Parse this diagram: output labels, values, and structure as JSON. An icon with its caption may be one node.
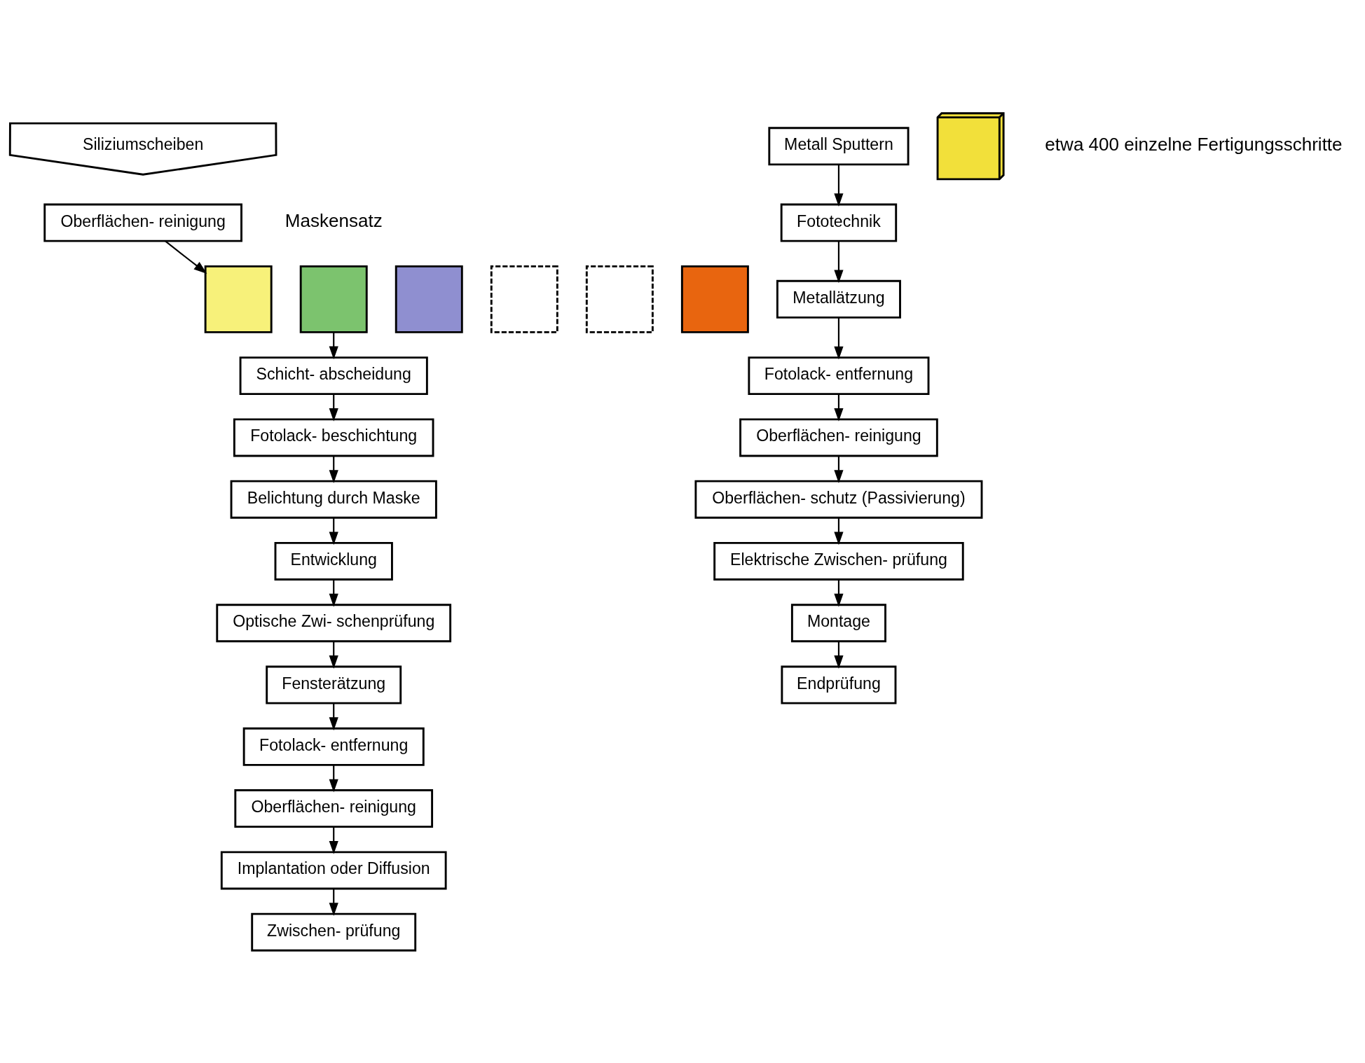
{
  "diagram": {
    "nodes": [
      {
        "text": [
          "Siliziumscheiben"
        ]
      },
      {
        "text": [
          "Oberflächen- reinigung"
        ]
      },
      {
        "text": [],
        "shape": "box"
      },
      {
        "text": [],
        "shape": "box"
      },
      {
        "text": [],
        "shape": "box"
      },
      {
        "text": [],
        "shape": "box"
      },
      {
        "text": [],
        "shape": "box"
      },
      {
        "text": [],
        "shape": "box"
      },
      {
        "text": [
          "Schicht- abscheidung"
        ]
      },
      {
        "text": [
          "Fotolack- beschichtung"
        ]
      },
      {
        "text": [
          "Belichtung durch Maske"
        ]
      },
      {
        "text": [
          "Entwicklung"
        ]
      },
      {
        "text": [
          "Optische Zwi- schenprüfung"
        ]
      },
      {
        "text": [
          "Fensterätzung"
        ]
      },
      {
        "text": [
          "Fotolack- entfernung"
        ]
      },
      {
        "text": [
          "Oberflächen- reinigung"
        ]
      },
      {
        "text": [
          "Implantation oder Diffusion"
        ]
      },
      {
        "text": [
          "Zwischen- prüfung"
        ]
      },
      {
        "text": [
          "Metall Sputtern"
        ]
      },
      {
        "text": [
          "Fototechnik"
        ]
      },
      {
        "text": [
          "Metallätzung"
        ]
      },
      {
        "text": [
          "Fotolack- entfernung"
        ]
      },
      {
        "text": [
          "Oberflächen- reinigung"
        ]
      },
      {
        "text": [
          "Oberflächen- schutz (Passivierung)"
        ]
      },
      {
        "text": [
          "Elektrische Zwischen- prüfung"
        ]
      },
      {
        "text": [
          "Montage"
        ]
      },
      {
        "text": [
          "Endprüfung"
        ]
      },
      {
        "text": [],
        "shape": "picture"
      }
    ],
    "edges": [
      {
        "from": 1,
        "to": 2,
        "arrow": "to"
      },
      {
        "from": 3,
        "to": 8,
        "arrow": "to"
      },
      {
        "from": 8,
        "to": 9,
        "arrow": "to"
      },
      {
        "from": 9,
        "to": 10,
        "arrow": "to"
      },
      {
        "from": 10,
        "to": 11,
        "arrow": "to"
      },
      {
        "from": 11,
        "to": 12,
        "arrow": "to"
      },
      {
        "from": 12,
        "to": 13,
        "arrow": "to"
      },
      {
        "from": 13,
        "to": 14,
        "arrow": "to"
      },
      {
        "from": 14,
        "to": 15,
        "arrow": "to"
      },
      {
        "from": 15,
        "to": 16,
        "arrow": "to"
      },
      {
        "from": 16,
        "to": 17,
        "arrow": "to"
      },
      {
        "from": 18,
        "to": 19,
        "arrow": "to"
      },
      {
        "from": 19,
        "to": 20,
        "arrow": "to"
      },
      {
        "from": 20,
        "to": 21,
        "arrow": "to"
      },
      {
        "from": 21,
        "to": 22,
        "arrow": "to"
      },
      {
        "from": 22,
        "to": 23,
        "arrow": "to"
      },
      {
        "from": 23,
        "to": 24,
        "arrow": "to"
      },
      {
        "from": 24,
        "to": 25,
        "arrow": "to"
      },
      {
        "from": 25,
        "to": 26,
        "arrow": "to"
      }
    ],
    "labels": [
      "etwa 400 einzelne Fertigungsschritte",
      "Maskensatz"
    ]
  }
}
